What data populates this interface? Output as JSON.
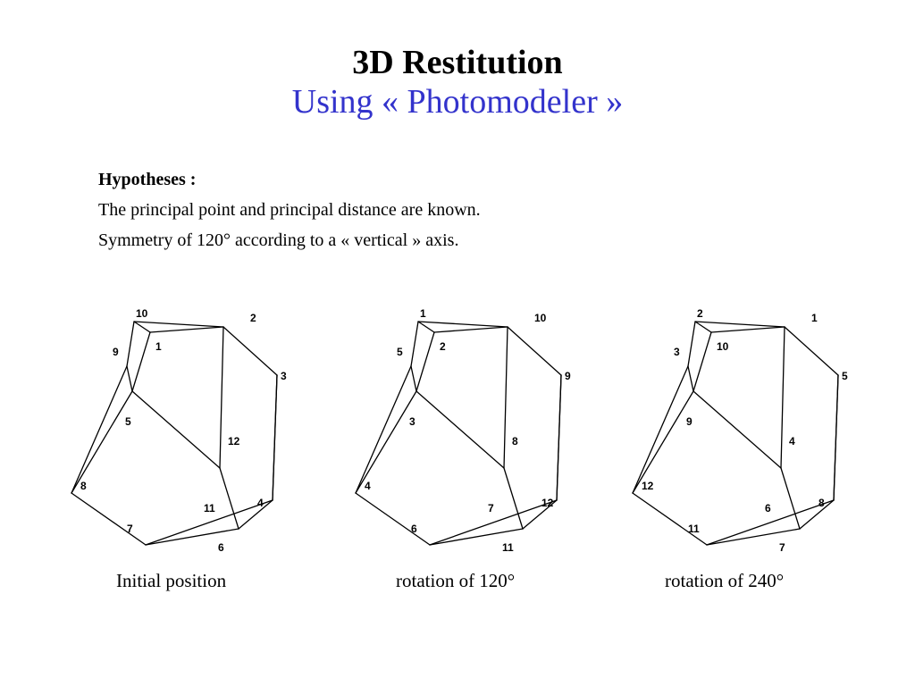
{
  "title": "3D Restitution",
  "subtitle": "Using « Photomodeler »",
  "colors": {
    "subtitle": "#3333cc",
    "text": "#000000",
    "background": "#ffffff"
  },
  "hypotheses": {
    "heading": "Hypotheses :",
    "lines": [
      "The principal point and principal distance are known.",
      "Symmetry of 120° according to a « vertical » axis."
    ]
  },
  "figures": [
    {
      "caption": "Initial position",
      "labels": [
        "10",
        "2",
        "9",
        "1",
        "3",
        "5",
        "12",
        "8",
        "11",
        "4",
        "7",
        "6"
      ]
    },
    {
      "caption": "rotation of 120°",
      "labels": [
        "1",
        "10",
        "5",
        "2",
        "9",
        "3",
        "8",
        "4",
        "7",
        "12",
        "6",
        "11"
      ]
    },
    {
      "caption": "rotation of 240°",
      "labels": [
        "2",
        "1",
        "3",
        "10",
        "5",
        "9",
        "4",
        "12",
        "6",
        "8",
        "11",
        "7"
      ]
    }
  ]
}
